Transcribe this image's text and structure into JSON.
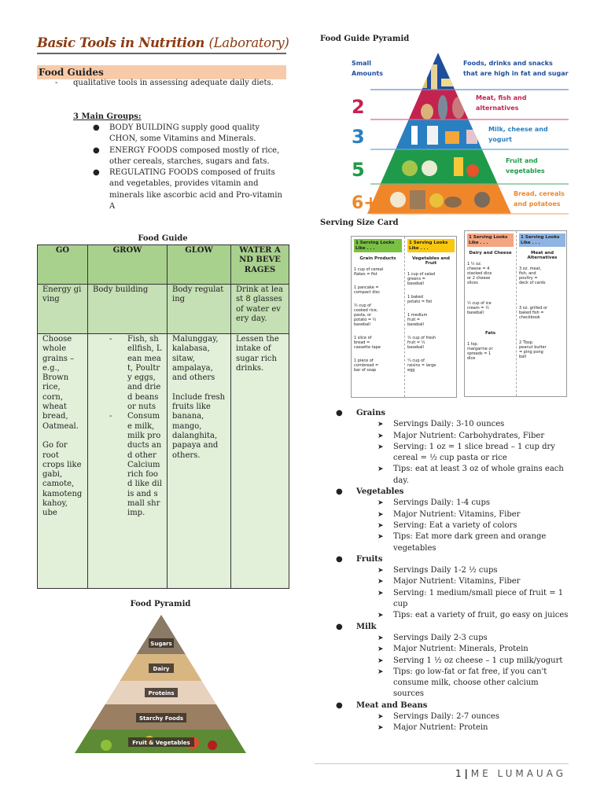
{
  "title": {
    "main": "Basic Tools in Nutrition",
    "sub": "(Laboratory)"
  },
  "food_guides": {
    "heading": "Food Guides",
    "dash": "-",
    "description": "qualitative tools in assessing adequate daily diets.",
    "groups_heading": "3 Main Groups:",
    "groups": [
      "BODY BUILDING supply good quality CHON, some Vitamins and Minerals.",
      "ENERGY FOODS composed mostly of rice, other cereals, starches, sugars and fats.",
      "REGULATING FOODS composed of fruits and vegetables, provides vitamin and minerals like ascorbic acid and Pro-vitamin A"
    ]
  },
  "food_guide_table": {
    "caption": "Food Guide",
    "headers": [
      "GO",
      "GROW",
      "GLOW",
      "WATER AND BEVERAGES"
    ],
    "row1": [
      "Energy giving",
      "Body building",
      "Body regulating",
      "Drink at least 8 glasses of water every day."
    ],
    "row2": {
      "go_1": "Choose whole grains – e.g., Brown rice, corn, wheat bread, Oatmeal.",
      "go_2": "Go for root crops like gabi, camote, kamoteng kahoy, ube",
      "grow_dash": "-",
      "grow_1": "Fish, shellfish, Lean meat, Poultry eggs, and dried beans or nuts",
      "grow_2": "Consume milk, milk products and other Calcium rich food like dilis and small shrimp.",
      "glow_1": "Malunggay, kalabasa, sitaw, ampalaya, and others",
      "glow_2": "Include fresh fruits like banana, mango, dalanghita, papaya and others.",
      "water": "Lessen the intake of sugar rich drinks."
    }
  },
  "food_pyramid": {
    "caption": "Food Pyramid",
    "levels": [
      "Sugars",
      "Dairy",
      "Proteins",
      "Starchy Foods",
      "Fruit & Vegetables"
    ]
  },
  "food_guide_pyramid": {
    "caption": "Food Guide Pyramid",
    "tiers": [
      {
        "count": "Small Amounts",
        "label": "Foods, drinks and snacks that are high in fat and sugar",
        "color": "#1f4e9c"
      },
      {
        "count": "2",
        "label": "Meat, fish and alternatives",
        "color": "#c4234f"
      },
      {
        "count": "3",
        "label": "Milk, cheese and yogurt",
        "color": "#2a7fc1"
      },
      {
        "count": "5",
        "label": "Fruit and vegetables",
        "color": "#1f9a4a"
      },
      {
        "count": "6+",
        "label": "Bread, cereals and potatoes",
        "color": "#f0862a"
      }
    ]
  },
  "serving_card": {
    "caption": "Serving Size Card",
    "header_label": "1 Serving Looks Like . . .",
    "columns": [
      {
        "title": "Grain Products",
        "color": "#7ac143",
        "items": [
          "1 cup of cereal flakes = fist",
          "1 pancake = compact disc",
          "½ cup of cooked rice, pasta, or potato = ½ baseball",
          "1 slice of bread = cassette tape",
          "1 piece of cornbread = bar of soap"
        ]
      },
      {
        "title": "Vegetables and Fruit",
        "color": "#f9c80e",
        "items": [
          "1 cup of salad greens = baseball",
          "1 baked potato = fist",
          "1 medium fruit = baseball",
          "½ cup of fresh fruit = ½ baseball",
          "¼ cup of raisins = large egg"
        ]
      },
      {
        "title": "Dairy and Cheese",
        "color": "#f4a582",
        "items": [
          "1 ½ oz. cheese = 4 stacked dice or 2 cheese slices",
          "½ cup of ice cream = ½ baseball"
        ],
        "sub_title": "Fats",
        "sub_items": [
          "1 tsp. margarine or spreads = 1 dice"
        ]
      },
      {
        "title": "Meat and Alternatives",
        "color": "#8fb4e3",
        "items": [
          "3 oz. meat, fish, and poultry = deck of cards",
          "3 oz. grilled or baked fish = checkbook",
          "2 Tbsp. peanut butter = ping pong ball"
        ]
      }
    ]
  },
  "food_groups": [
    {
      "name": "Grains",
      "points": [
        "Servings Daily:  3-10 ounces",
        "Major Nutrient:  Carbohydrates, Fiber",
        "Serving:  1 oz = 1 slice bread – 1 cup dry cereal = ½ cup pasta or rice",
        "Tips:  eat at least 3 oz of whole grains each day."
      ]
    },
    {
      "name": "Vegetables",
      "points": [
        "Servings Daily:  1-4 cups",
        "Major Nutrient:  Vitamins, Fiber",
        "Serving:  Eat a variety of colors",
        "Tips:  Eat more dark green and orange vegetables"
      ]
    },
    {
      "name": "Fruits",
      "points": [
        "Servings Daily 1-2 ½ cups",
        "Major Nutrient:  Vitamins, Fiber",
        "Serving:  1 medium/small piece of fruit = 1 cup",
        "Tips:  eat a variety of fruit, go easy on juices"
      ]
    },
    {
      "name": "Milk",
      "points": [
        "Servings Daily 2-3 cups",
        "Major Nutrient:  Minerals, Protein",
        "Serving 1 ½ oz cheese – 1 cup milk/yogurt",
        "Tips:  go low-fat or fat free, if you can't consume milk, choose other calcium sources"
      ]
    },
    {
      "name": "Meat and Beans",
      "points": [
        "Servings Daily:  2-7 ounces",
        "Major Nutrient:  Protein"
      ]
    }
  ],
  "footer": {
    "page": "1",
    "separator": "|",
    "author": "ME LUMAUAG"
  }
}
